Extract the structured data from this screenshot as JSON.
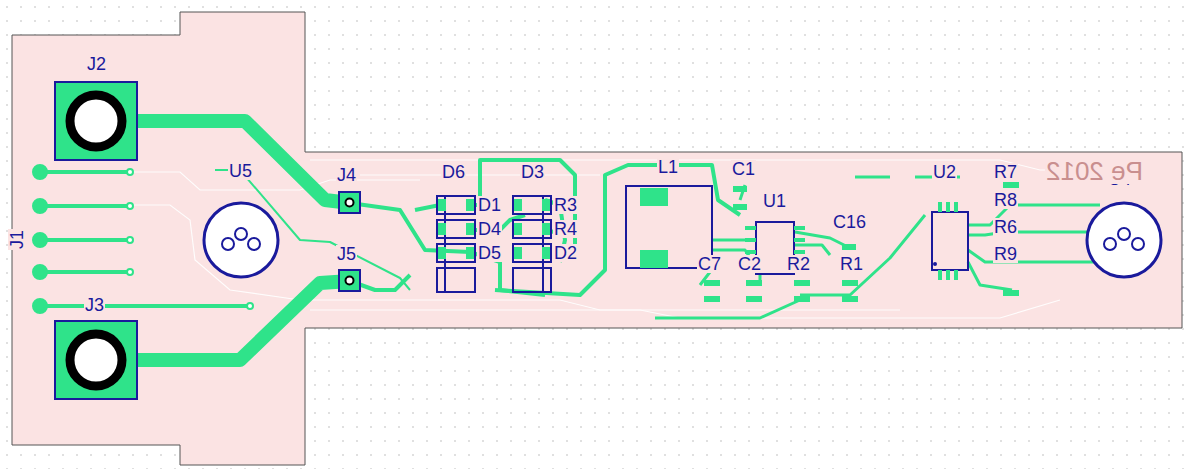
{
  "diagram": {
    "labels": [
      "J2",
      "J1",
      "U5",
      "J4",
      "J5",
      "J3",
      "D6",
      "D1",
      "D4",
      "D5",
      "D3",
      "R3",
      "R4",
      "D2",
      "L1",
      "C1",
      "U1",
      "C16",
      "C7",
      "C2",
      "R2",
      "R1",
      "U2",
      "R7",
      "R8",
      "R6",
      "R9",
      "U4",
      "Pe 2012"
    ]
  }
}
